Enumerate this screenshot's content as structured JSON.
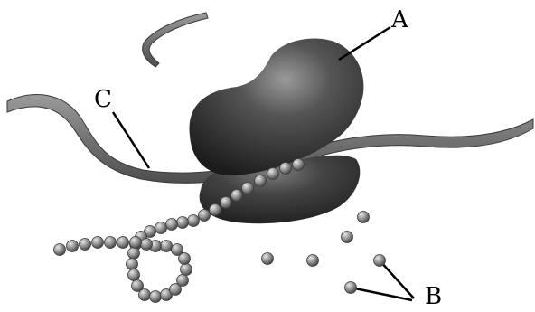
{
  "labels": {
    "a": "A",
    "b": "B",
    "c": "C"
  },
  "colors": {
    "background": "#ffffff",
    "large_subunit": "#3a3a3a",
    "small_subunit": "#343434",
    "mrna_ribbon": "#6b6b6b",
    "amino_acid_bead": "#8f8f8f",
    "leader_line": "#000000"
  }
}
